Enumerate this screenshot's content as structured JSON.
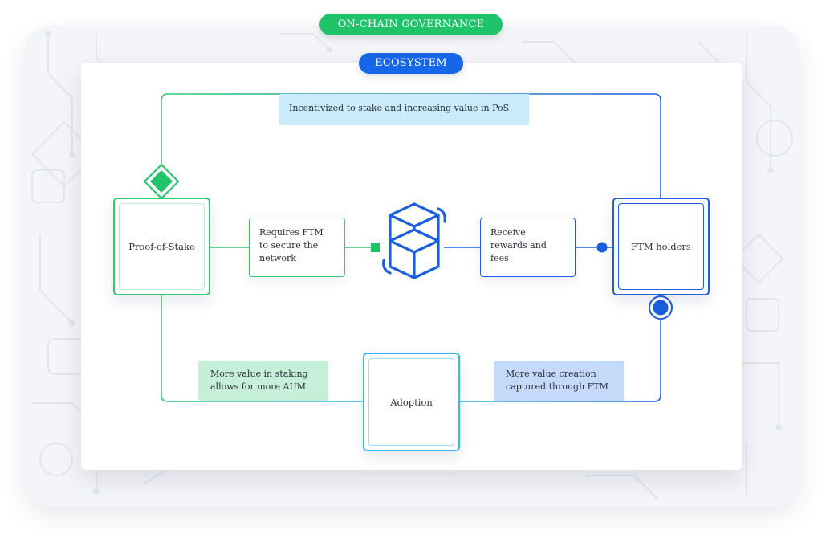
{
  "header": {
    "governance_label": "ON-CHAIN GOVERNANCE",
    "ecosystem_label": "ECOSYSTEM"
  },
  "nodes": {
    "proof_of_stake": "Proof-of-Stake",
    "ftm_holders": "FTM holders",
    "adoption": "Adoption"
  },
  "labels": {
    "requires_ftm": [
      "Requires FTM",
      "to secure the",
      "network"
    ],
    "receive_rewards": [
      "Receive",
      "rewards and",
      "fees"
    ]
  },
  "notes": {
    "top": "Incentivized to stake and increasing value in PoS",
    "bottom_left": [
      "More value in staking",
      "allows for more AUM"
    ],
    "bottom_right": [
      "More value creation",
      "captured through FTM"
    ]
  },
  "icons": {
    "center": "fantom-logo-icon",
    "pos_marker": "diamond-icon",
    "ftm_marker": "circle-icon"
  },
  "colors": {
    "green": "#2ecc71",
    "blue": "#1a5fe0",
    "light_blue": "#33b8f5",
    "governance_pill": "#1fc46a",
    "ecosystem_pill": "#1566e8"
  }
}
